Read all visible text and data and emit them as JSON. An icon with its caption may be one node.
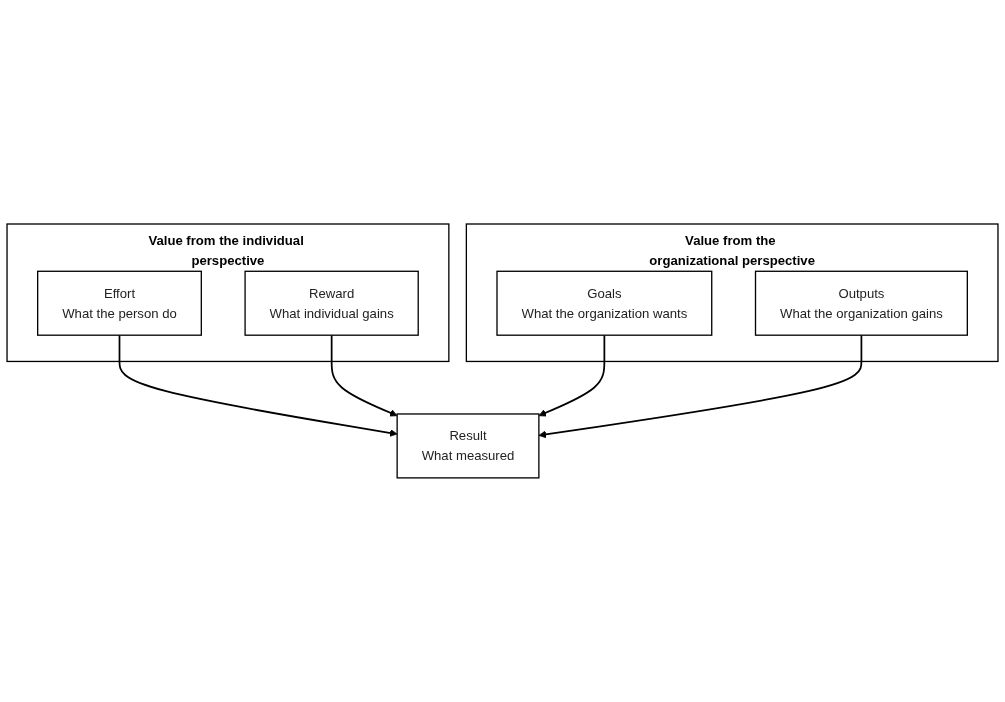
{
  "diagram": {
    "nodes": [
      {
        "text": [
          "Value from the organizational perspective"
        ]
      },
      {
        "text": [
          "Goals",
          "What the organization wants"
        ],
        "in": 0
      },
      {
        "text": [
          "Value from the individual perspective"
        ]
      },
      {
        "text": [
          "Effort",
          "What the person do"
        ],
        "in": 2
      },
      {
        "text": [
          "Result",
          "What measured"
        ]
      },
      {
        "text": [
          "Reward",
          "What individual gains"
        ],
        "in": 2
      },
      {
        "text": [
          "Outputs",
          "What the organization gains"
        ],
        "in": 0
      }
    ],
    "edges": [
      {
        "from": 1,
        "to": 4,
        "arrow": "to"
      },
      {
        "from": 3,
        "to": 4,
        "arrow": "to"
      },
      {
        "from": 5,
        "to": 4,
        "arrow": "to"
      },
      {
        "from": 6,
        "to": 4,
        "arrow": "to"
      }
    ]
  }
}
